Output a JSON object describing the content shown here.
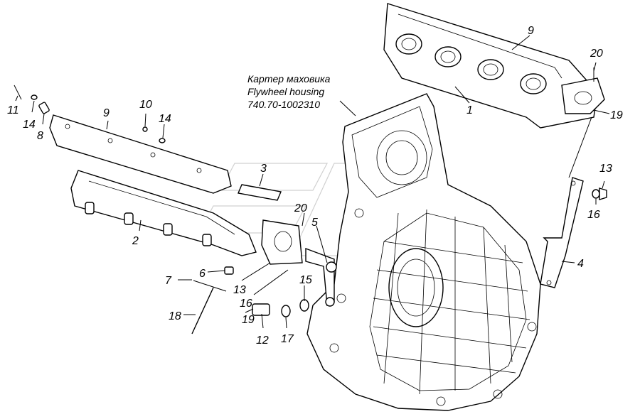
{
  "title_label": {
    "line1": "Картер маховика",
    "line2": "Flywheel housing",
    "line3": "740.70-1002310"
  },
  "callouts": [
    {
      "id": "c-9-top",
      "text": "9"
    },
    {
      "id": "c-20-top",
      "text": "20"
    },
    {
      "id": "c-1",
      "text": "1"
    },
    {
      "id": "c-19-right",
      "text": "19"
    },
    {
      "id": "c-13-right",
      "text": "13"
    },
    {
      "id": "c-16-right",
      "text": "16"
    },
    {
      "id": "c-4",
      "text": "4"
    },
    {
      "id": "c-11",
      "text": "11"
    },
    {
      "id": "c-14-left",
      "text": "14"
    },
    {
      "id": "c-8",
      "text": "8"
    },
    {
      "id": "c-9-left",
      "text": "9"
    },
    {
      "id": "c-10",
      "text": "10"
    },
    {
      "id": "c-14-mid",
      "text": "14"
    },
    {
      "id": "c-3",
      "text": "3"
    },
    {
      "id": "c-20-mid",
      "text": "20"
    },
    {
      "id": "c-5",
      "text": "5"
    },
    {
      "id": "c-2",
      "text": "2"
    },
    {
      "id": "c-6",
      "text": "6"
    },
    {
      "id": "c-7",
      "text": "7"
    },
    {
      "id": "c-13-low",
      "text": "13"
    },
    {
      "id": "c-16-low",
      "text": "16"
    },
    {
      "id": "c-15",
      "text": "15"
    },
    {
      "id": "c-18",
      "text": "18"
    },
    {
      "id": "c-19-low",
      "text": "19"
    },
    {
      "id": "c-12",
      "text": "12"
    },
    {
      "id": "c-17",
      "text": "17"
    }
  ]
}
